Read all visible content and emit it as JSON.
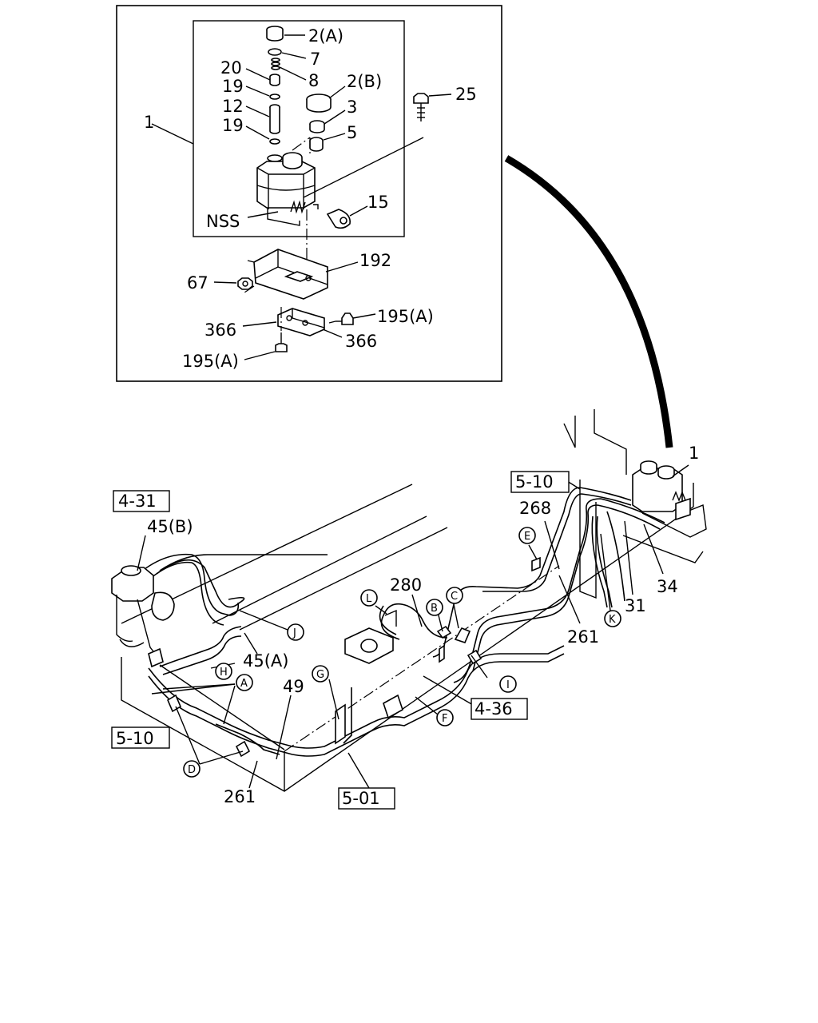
{
  "detail_labels": {
    "cap_a": "2(A)",
    "oring": "7",
    "spring": "8",
    "filter_top": "20",
    "gasket_1": "19",
    "element": "12",
    "gasket_2": "19",
    "cap_b": "2(B)",
    "cap_inner": "3",
    "plug": "5",
    "bolt_top": "25",
    "reservoir": "1",
    "nss": "NSS",
    "clip": "15",
    "bracket": "192",
    "nut": "67",
    "bolt_a_1": "195(A)",
    "bracket_l": "366",
    "bracket_r": "366",
    "bolt_a_2": "195(A)"
  },
  "main_labels": {
    "reservoir": "1",
    "ref_5_10_top": "5-10",
    "hose_268": "268",
    "hose_280": "280",
    "hose_34": "34",
    "hose_31": "31",
    "pipe_261_right": "261",
    "pipe_261_bottom": "261",
    "ref_4_31": "4-31",
    "hose_45b": "45(B)",
    "hose_45a": "45(A)",
    "pipe_49": "49",
    "ref_5_10_left": "5-10",
    "ref_4_36": "4-36",
    "ref_5_01": "5-01"
  },
  "circle_markers": [
    "A",
    "B",
    "C",
    "D",
    "E",
    "F",
    "G",
    "H",
    "I",
    "J",
    "K",
    "L"
  ]
}
